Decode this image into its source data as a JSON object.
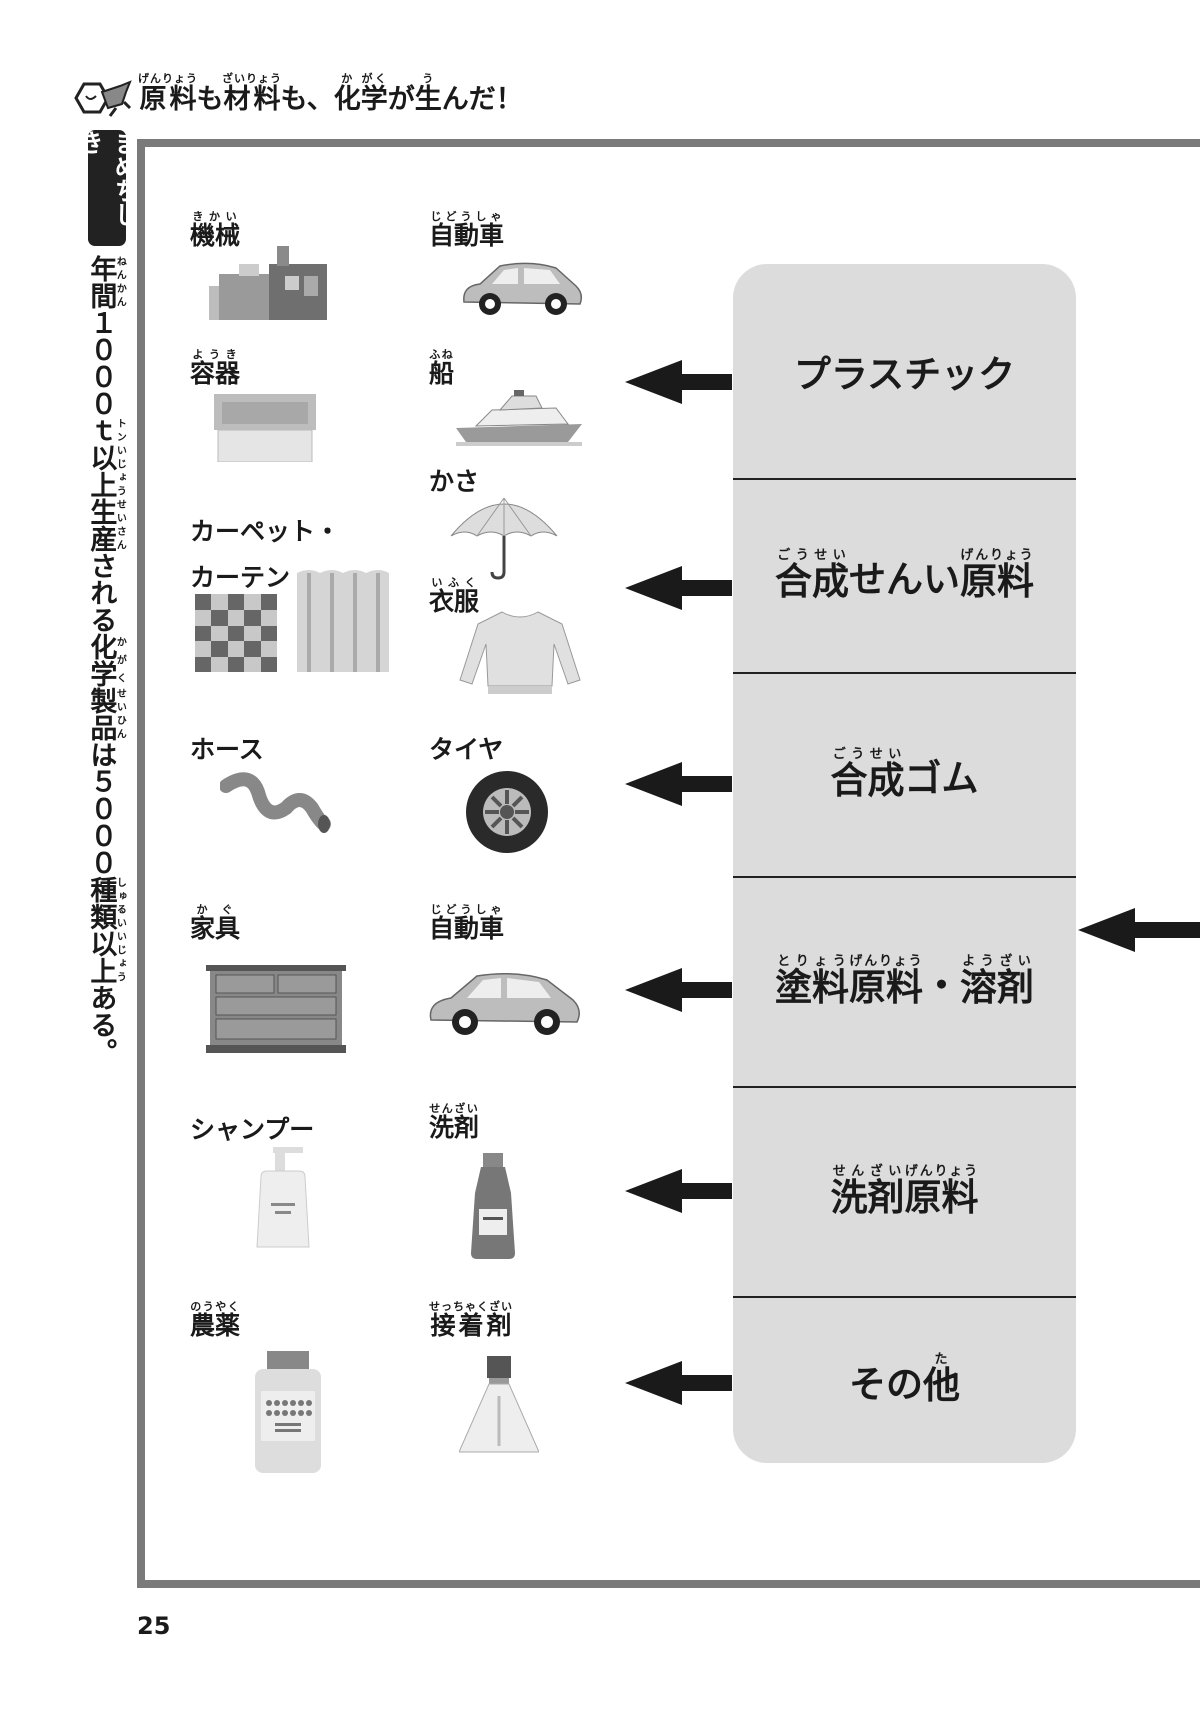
{
  "header": {
    "title": [
      {
        "t": "原料",
        "r": "げんりょう"
      },
      {
        "t": "も"
      },
      {
        "t": "材料",
        "r": "ざいりょう"
      },
      {
        "t": "も、"
      },
      {
        "t": "化",
        "r": "か"
      },
      {
        "t": "学",
        "r": "がく"
      },
      {
        "t": "が"
      },
      {
        "t": "生",
        "r": "う"
      },
      {
        "t": "んだ！"
      }
    ],
    "icon": "hexagon-creature-icon"
  },
  "sidebar": {
    "badge": "まめちしき",
    "fact": [
      {
        "t": "年間",
        "r": "ねんかん"
      },
      {
        "t": "１０００"
      },
      {
        "t": "ｔ",
        "r": "トン"
      },
      {
        "t": "以上",
        "r": "いじょう"
      },
      {
        "t": "生産",
        "r": "せいさん"
      },
      {
        "t": "される"
      },
      {
        "t": "化学",
        "r": "かがく"
      },
      {
        "t": "製品",
        "r": "せいひん"
      },
      {
        "t": "は"
      },
      {
        "t": "５０００"
      },
      {
        "t": "種類",
        "r": "しゅるい"
      },
      {
        "t": "以上",
        "r": "いじょう"
      },
      {
        "t": "ある。"
      }
    ]
  },
  "categories": [
    {
      "label": [
        {
          "t": "プラスチック"
        }
      ]
    },
    {
      "label": [
        {
          "t": "合成",
          "r": "ごうせい"
        },
        {
          "t": "せんい"
        },
        {
          "t": "原料",
          "r": "げんりょう"
        }
      ]
    },
    {
      "label": [
        {
          "t": "合成",
          "r": "ごうせい"
        },
        {
          "t": "ゴム"
        }
      ]
    },
    {
      "label": [
        {
          "t": "塗料",
          "r": "とりょう"
        },
        {
          "t": "原料",
          "r": "げんりょう"
        },
        {
          "t": "・"
        },
        {
          "t": "溶剤",
          "r": "ようざい"
        }
      ]
    },
    {
      "label": [
        {
          "t": "洗剤",
          "r": "せんざい"
        },
        {
          "t": "原料",
          "r": "げんりょう"
        }
      ]
    },
    {
      "label": [
        {
          "t": "その"
        },
        {
          "t": "他",
          "r": "た"
        }
      ]
    }
  ],
  "items": {
    "machine": [
      {
        "t": "機械",
        "r": "きかい"
      }
    ],
    "car1": [
      {
        "t": "自動車",
        "r": "じどうしゃ"
      }
    ],
    "container": [
      {
        "t": "容器",
        "r": "ようき"
      }
    ],
    "ship": [
      {
        "t": "船",
        "r": "ふね"
      }
    ],
    "umbrella": [
      {
        "t": "かさ"
      }
    ],
    "carpet1": [
      {
        "t": "カーペット・"
      }
    ],
    "carpet2": [
      {
        "t": "カーテン"
      }
    ],
    "clothes": [
      {
        "t": "衣服",
        "r": "いふく"
      }
    ],
    "hose": [
      {
        "t": "ホース"
      }
    ],
    "tire": [
      {
        "t": "タイヤ"
      }
    ],
    "furniture": [
      {
        "t": "家具",
        "r": "かぐ"
      }
    ],
    "car2": [
      {
        "t": "自動車",
        "r": "じどうしゃ"
      }
    ],
    "shampoo": [
      {
        "t": "シャンプー"
      }
    ],
    "detergent": [
      {
        "t": "洗剤",
        "r": "せんざい"
      }
    ],
    "pesticide": [
      {
        "t": "農薬",
        "r": "のうやく"
      }
    ],
    "adhesive": [
      {
        "t": "接着剤",
        "r": "せっちゃくざい"
      }
    ]
  },
  "page_number": "25",
  "colors": {
    "frame": "#7a7a7a",
    "panel": "#dcdcdc",
    "ink": "#1a1a1a"
  }
}
